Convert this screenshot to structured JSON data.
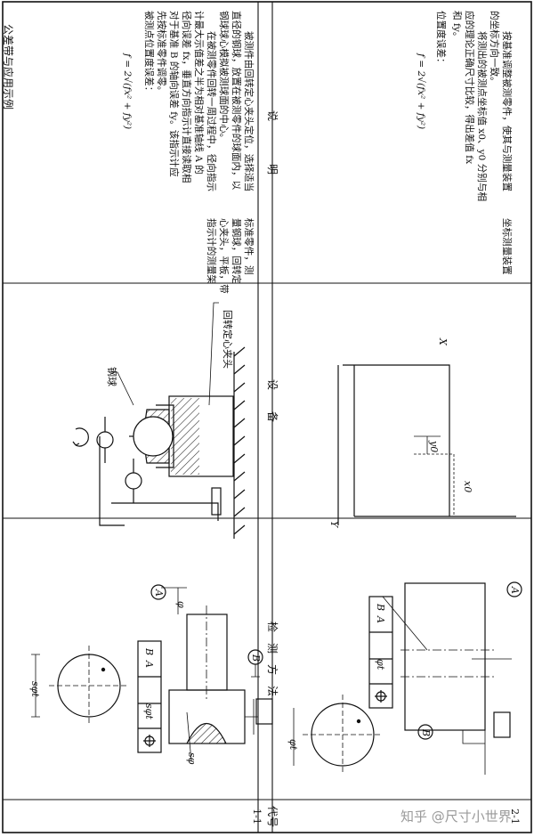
{
  "headers": {
    "code": "代号",
    "tolerance": "公差带与应用示例",
    "method": "检　测　方　法",
    "equipment": "设　　备",
    "explanation": "说　　　　明"
  },
  "rows": [
    {
      "code": "1-1",
      "tol_labels": {
        "sphere_dia": "sφt",
        "tol_value": "sφt",
        "datum_a": "A",
        "datum_b": "B",
        "dim_phi": "φ",
        "dim_sphi": "sφ"
      },
      "method_labels": {
        "ball": "钢球",
        "center_chuck": "回转定心夹头"
      },
      "equipment_lines": [
        "标准零件，测",
        "量钢球，回转定",
        "心夹头，平板，带",
        "指示计的测量架"
      ],
      "explanation_lines": [
        "被测件由回转定心夹头定位，选择适当",
        "直径的钢球，放置在被测零件的球面内，以",
        "钢球球心模拟被测球面的中心。",
        "在被测零件回转一周过程中，径向指示",
        "计最大示值差之半为相对基准轴线 A 的",
        "径向误差 fx，垂直方向指示计直接读取相",
        "对于基准 B 的轴向误差 fy。该指示计应",
        "先按标准零件调零。",
        "被测点位置度误差："
      ],
      "formula": "f = 2√(fx² + fy²)"
    },
    {
      "code": "2-1",
      "tol_labels": {
        "circle_dia": "φt",
        "tol_value": "φt",
        "datum_a": "A",
        "datum_b": "B"
      },
      "method_labels": {
        "axis_x": "X",
        "axis_y": "Y",
        "x0": "x0",
        "y0": "y0"
      },
      "equipment_lines": [
        "坐标测量装置"
      ],
      "explanation_lines": [
        "按基准调整被测零件，使其与测量装置",
        "的坐标方向一致。",
        "将测出的被测点坐标值 x0、y0 分别与相",
        "应的理论正确尺寸比较，得出差值 fx",
        "和 fy。",
        "位置度误差："
      ],
      "formula": "f = 2√(fx² + fy²)"
    }
  ],
  "watermark": "知乎 @尺寸小世界"
}
